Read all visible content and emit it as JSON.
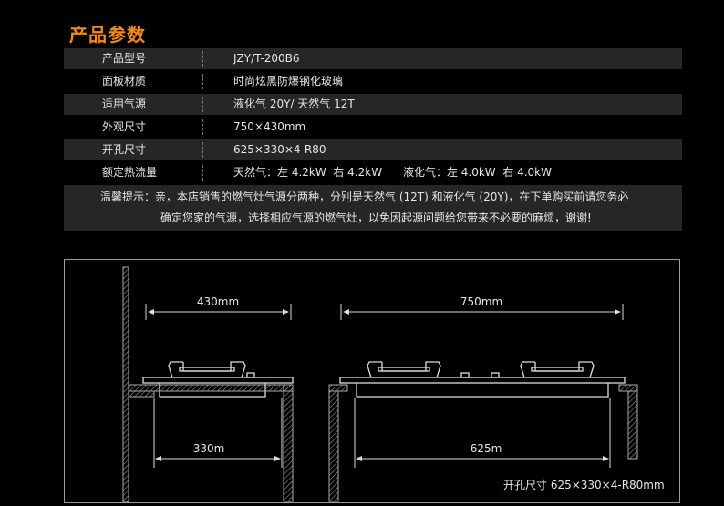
{
  "title": "产品参数",
  "specs": [
    {
      "label": "产品型号",
      "value": "JZY/T-200B6"
    },
    {
      "label": "面板材质",
      "value": "时尚炫黑防爆钢化玻璃"
    },
    {
      "label": "适用气源",
      "value": "液化气 20Y/ 天然气 12T"
    },
    {
      "label": "外观尺寸",
      "value": "750×430mm"
    },
    {
      "label": "开孔尺寸",
      "value": "625×330×4-R80"
    },
    {
      "label": "额定热流量",
      "value": "天然气：左 4.2kW  右 4.2kW      液化气：左 4.0kW  右 4.0kW"
    }
  ],
  "note": {
    "line1": "温馨提示：亲，本店销售的燃气灶气源分两种，分别是天然气 (12T) 和液化气 (20Y)，在下单购买前请您务必",
    "line2": "确定您家的气源，选择相应气源的燃气灶，以免因起源问题给您带来不必要的麻烦，谢谢!"
  },
  "diagram": {
    "side_width": "430mm",
    "side_cutout": "330m",
    "front_width": "750mm",
    "front_cutout": "625m",
    "caption": "开孔尺寸 625×330×4-R80mm"
  }
}
